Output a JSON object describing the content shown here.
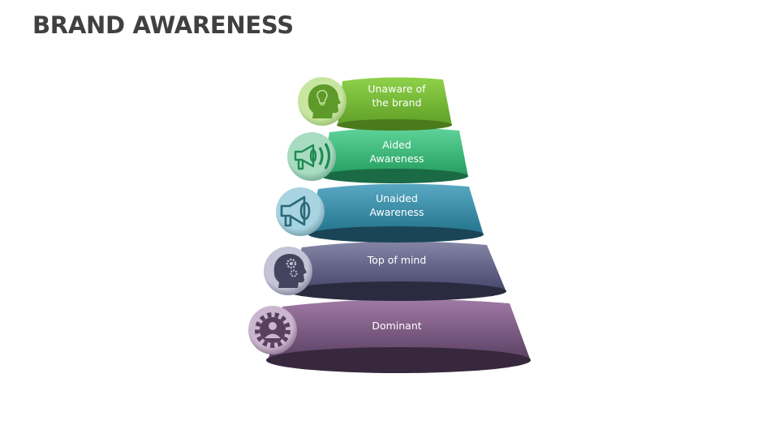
{
  "title": "BRAND AWARENESS",
  "tiers": [
    {
      "label": "Unaware of\nthe brand",
      "icon": "head-lightbulb-icon",
      "colors": {
        "top": "#8fd14a",
        "bottom": "#5e9f26",
        "base": "#4a7a1c",
        "circle": "#c8e6a0",
        "glyph": "#5d9a2a"
      }
    },
    {
      "label": "Aided\nAwareness",
      "icon": "megaphone-sound-icon",
      "colors": {
        "top": "#5fd49a",
        "bottom": "#239c5e",
        "base": "#1a6b45",
        "circle": "#a8dcc0",
        "glyph": "#1e8a52"
      }
    },
    {
      "label": "Unaided\nAwareness",
      "icon": "megaphone-icon",
      "colors": {
        "top": "#5aa9c4",
        "bottom": "#22728a",
        "base": "#1a4556",
        "circle": "#a8d3e0",
        "glyph": "#2a6878"
      }
    },
    {
      "label": "Top of mind",
      "icon": "head-gears-icon",
      "colors": {
        "top": "#8585a8",
        "bottom": "#45456a",
        "base": "#2b2b40",
        "circle": "#c0c0d2",
        "glyph": "#44445e"
      }
    },
    {
      "label": "Dominant",
      "icon": "gear-person-icon",
      "colors": {
        "top": "#a07aa6",
        "bottom": "#5a3f62",
        "base": "#37283d",
        "circle": "#c8b2cc",
        "glyph": "#58405e"
      }
    }
  ]
}
